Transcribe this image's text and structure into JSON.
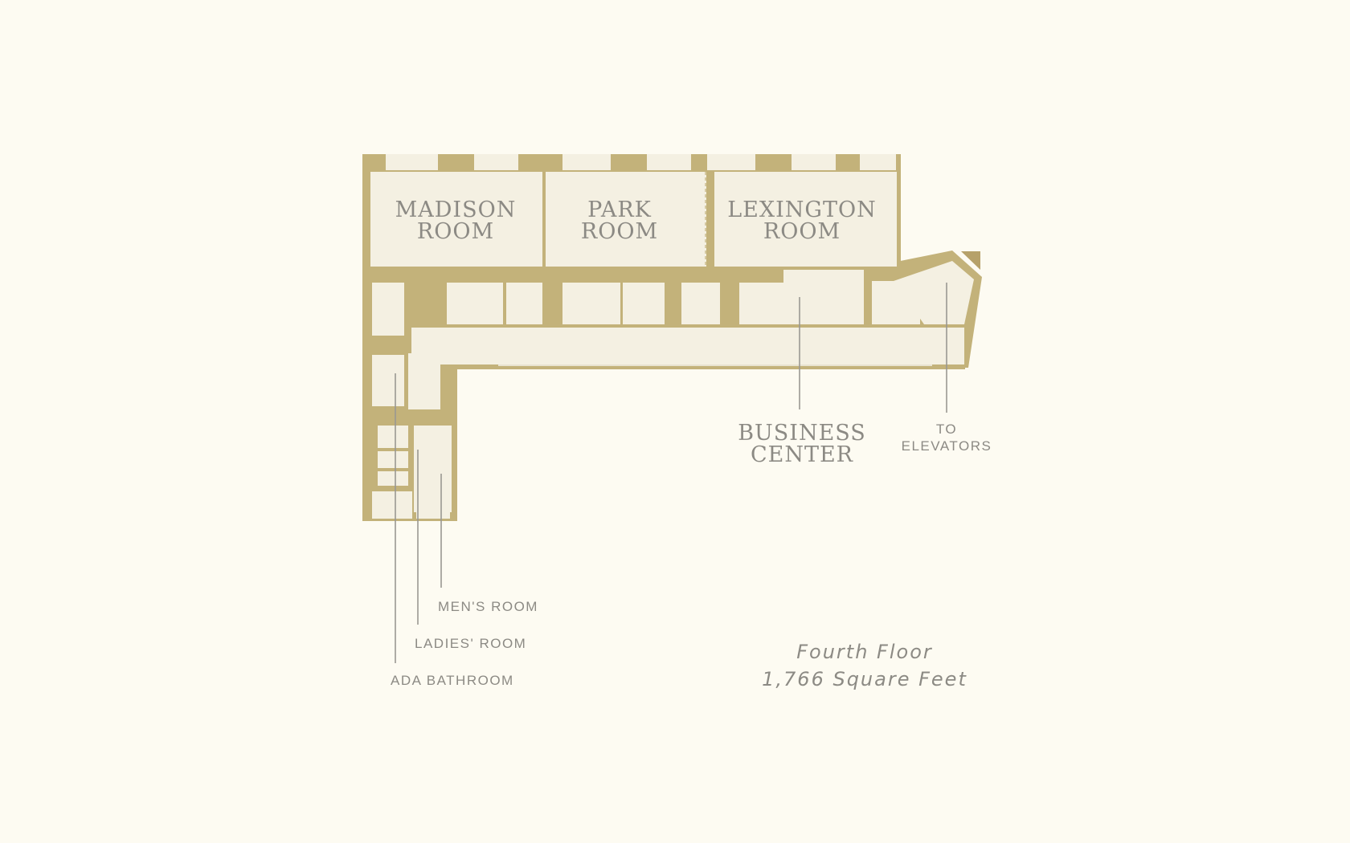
{
  "rooms": {
    "madison": {
      "line1": "MADISON",
      "line2": "ROOM"
    },
    "park": {
      "line1": "PARK",
      "line2": "ROOM"
    },
    "lexington": {
      "line1": "LEXINGTON",
      "line2": "ROOM"
    }
  },
  "callouts": {
    "business_center": {
      "line1": "BUSINESS",
      "line2": "CENTER"
    },
    "elevators": {
      "line1": "TO",
      "line2": "ELEVATORS"
    },
    "mens_room": "MEN'S ROOM",
    "ladies_room": "LADIES' ROOM",
    "ada_bathroom": "ADA BATHROOM"
  },
  "caption": {
    "floor": "Fourth Floor",
    "area": "1,766 Square Feet"
  },
  "colors": {
    "background": "#fdfbf2",
    "wall": "#c3b27a",
    "floor": "#f4f0e2",
    "text": "#8c8a84"
  }
}
